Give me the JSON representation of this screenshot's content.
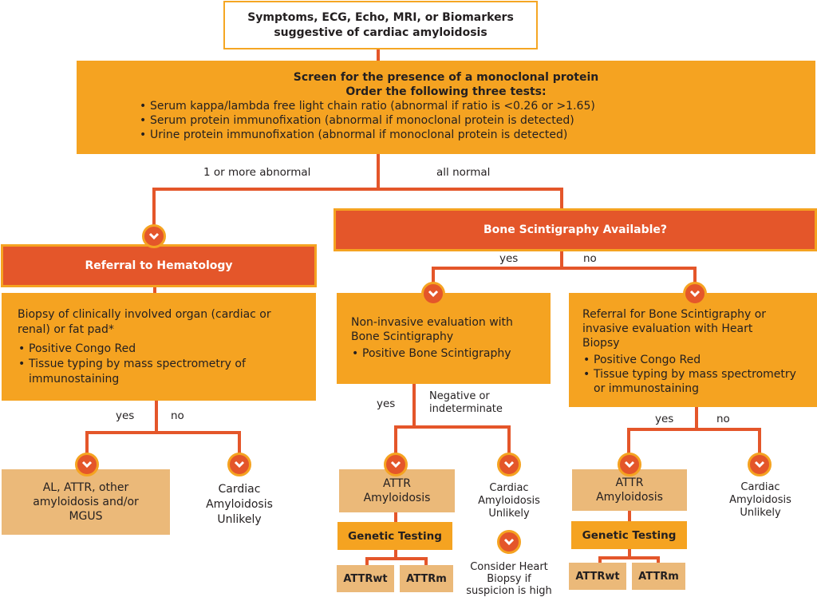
{
  "colors": {
    "orange": "#f5a321",
    "red": "#e4562a",
    "tan": "#ebb979",
    "text": "#231f20"
  },
  "start": {
    "lines": [
      "Symptoms, ECG, Echo, MRI, or Biomarkers",
      "suggestive of cardiac amyloidosis"
    ]
  },
  "screen": {
    "title": "Screen for the presence of a monoclonal protein",
    "subtitle": "Order the following three tests:",
    "bullets": [
      "Serum kappa/lambda free light chain ratio (abnormal if ratio is <0.26 or >1.65)",
      "Serum protein immunofixation (abnormal if monoclonal protein is detected)",
      "Urine protein immunofixation (abnormal if monoclonal protein is detected)"
    ]
  },
  "branch_labels": {
    "abnormal": "1 or more abnormal",
    "normal": "all normal"
  },
  "hematology": {
    "title": "Referral to Hematology"
  },
  "bone_scint_q": {
    "title": "Bone Scintigraphy Available?",
    "yes": "yes",
    "no": "no"
  },
  "biopsy": {
    "title": "Biopsy of clinically involved organ (cardiac or renal) or fat pad*",
    "bullets": [
      "Positive Congo Red",
      "Tissue typing by mass spectrometry of immunostaining"
    ],
    "yes": "yes",
    "no": "no"
  },
  "noninvasive": {
    "title": "Non-invasive evaluation with Bone Scintigraphy",
    "bullets": [
      "Positive Bone Scintigraphy"
    ],
    "yes": "yes",
    "negative": "Negative or indeterminate"
  },
  "referral_bone": {
    "title": "Referral for Bone Scintigraphy or invasive evaluation with Heart Biopsy",
    "bullets": [
      "Positive Congo Red",
      "Tissue typing by mass spectrometry or immunostaining"
    ],
    "yes": "yes",
    "no": "no"
  },
  "outcomes": {
    "al_attr": "AL, ATTR, other amyloidosis and/or MGUS",
    "unlikely": "Cardiac Amyloidosis Unlikely",
    "attr": "ATTR Amyloidosis",
    "genetic": "Genetic Testing",
    "attrwt": "ATTRwt",
    "attrm": "ATTRm",
    "consider": "Consider Heart Biopsy if suspicion is high"
  }
}
